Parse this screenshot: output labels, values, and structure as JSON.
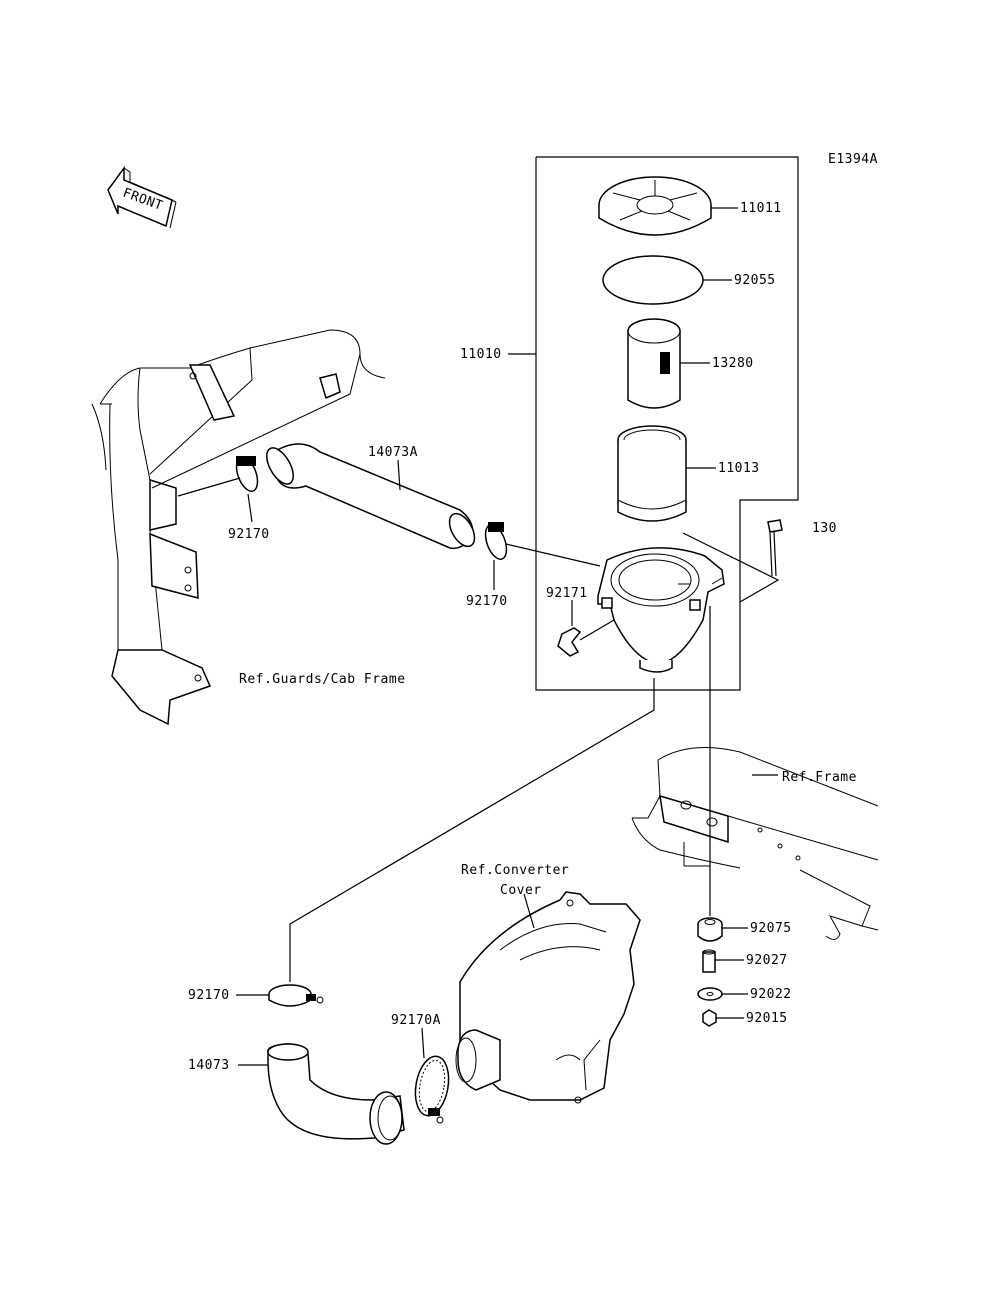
{
  "diagram_code": "E1394A",
  "front_arrow_text": "FRONT",
  "labels": {
    "p11011": "11011",
    "p92055": "92055",
    "p11010": "11010",
    "p13280": "13280",
    "p11013": "11013",
    "p14073A": "14073A",
    "p92170_top": "92170",
    "p92170_mid": "92170",
    "p92171": "92171",
    "p130": "130",
    "ref_guards": "Ref.Guards/Cab Frame",
    "ref_frame": "Ref.Frame",
    "ref_converter_1": "Ref.Converter",
    "ref_converter_2": "Cover",
    "p92075": "92075",
    "p92027": "92027",
    "p92022": "92022",
    "p92015": "92015",
    "p92170_bottom": "92170",
    "p92170A": "92170A",
    "p14073": "14073"
  }
}
